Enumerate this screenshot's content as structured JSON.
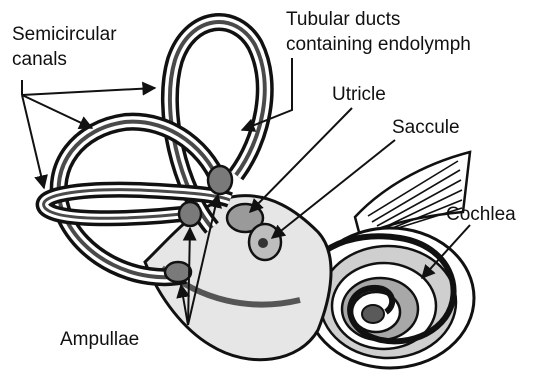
{
  "diagram": {
    "labels": {
      "semicircular_line1": "Semicircular",
      "semicircular_line2": "canals",
      "tubular_line1": "Tubular ducts",
      "tubular_line2": "containing endolymph",
      "utricle": "Utricle",
      "saccule": "Saccule",
      "cochlea": "Cochlea",
      "ampullae": "Ampullae"
    },
    "colors": {
      "outline": "#111111",
      "shade_dark": "#4a4a4a",
      "shade_mid": "#7a7a7a",
      "shade_light": "#bdbdbd",
      "background": "#ffffff"
    }
  }
}
